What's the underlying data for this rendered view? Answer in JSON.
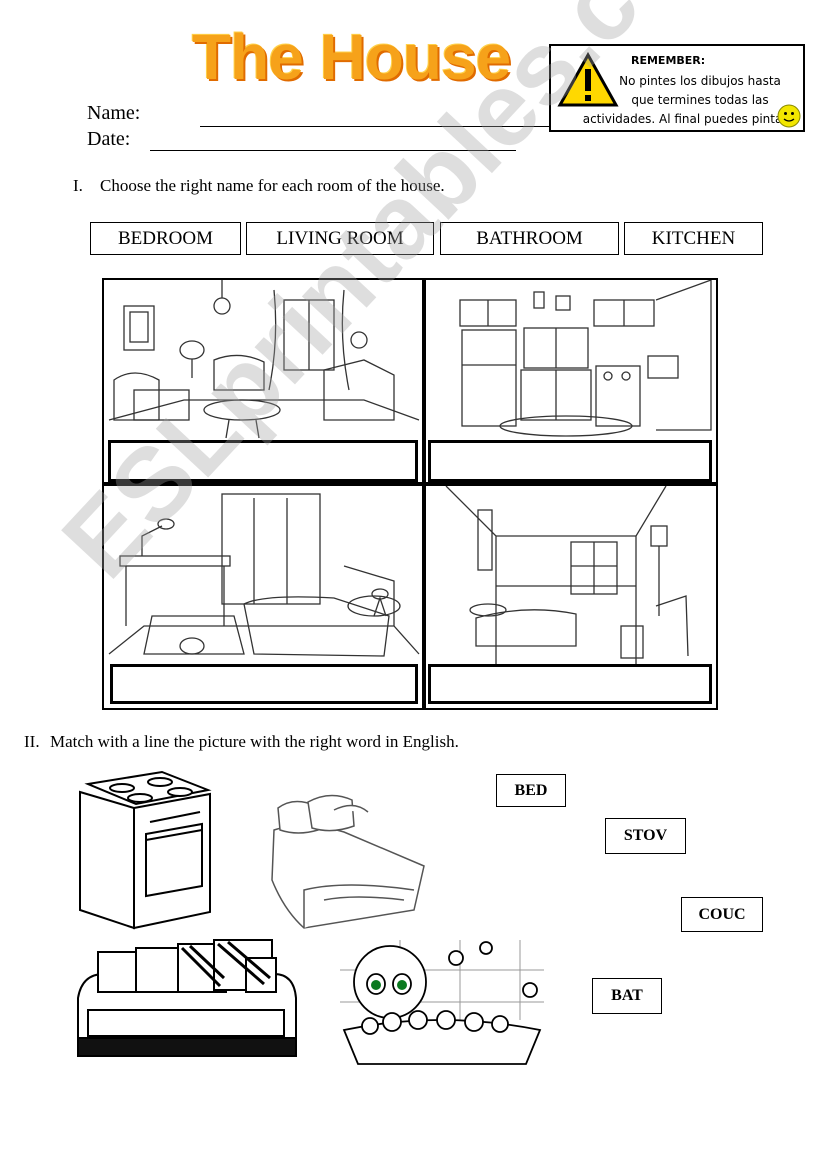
{
  "title": "The House",
  "reminder": {
    "heading": "REMEMBER:",
    "lines": [
      "No pintes los dibujos hasta",
      "que termines todas las",
      "actividades. Al final puedes pintar"
    ]
  },
  "fields": {
    "name_label": "Name:",
    "date_label": "Date:"
  },
  "section1": {
    "number": "I.",
    "instruction": "Choose the right name for each room of the house.",
    "words": [
      "BEDROOM",
      "LIVING ROOM",
      "BATHROOM",
      "KITCHEN"
    ]
  },
  "section2": {
    "number": "II.",
    "instruction": "Match with a line the picture with the right word in English.",
    "words": [
      "BED",
      "STOV",
      "COUC",
      "BAT"
    ]
  },
  "watermark": "ESLprintables.com"
}
